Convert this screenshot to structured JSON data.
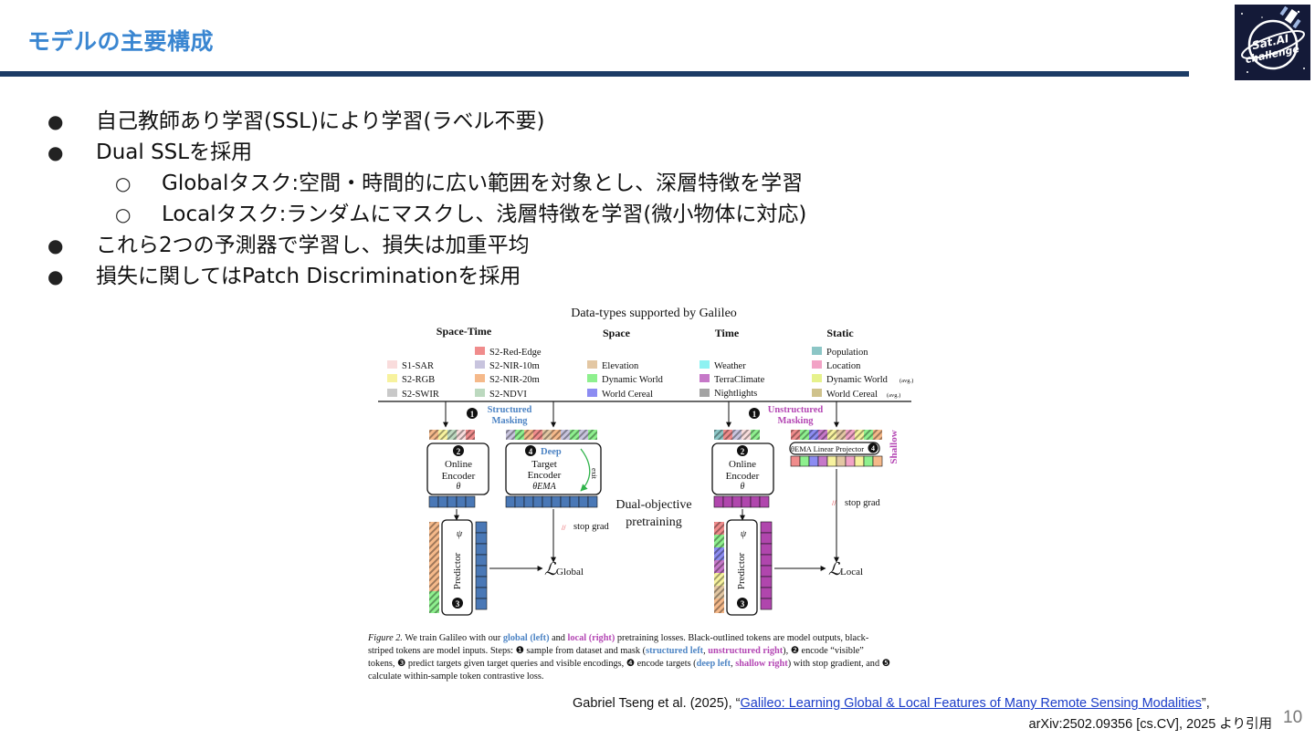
{
  "slide": {
    "title": "モデルの主要構成",
    "page_number": "10"
  },
  "logo": {
    "text_line1": "Sat.AI",
    "text_line2": "challenge"
  },
  "bullets": [
    {
      "level": 1,
      "marker": "●",
      "text": "自己教師あり学習(SSL)により学習(ラベル不要)"
    },
    {
      "level": 1,
      "marker": "●",
      "text": "Dual SSLを採用"
    },
    {
      "level": 2,
      "marker": "○",
      "text": "Globalタスク:空間・時間的に広い範囲を対象とし、深層特徴を学習"
    },
    {
      "level": 2,
      "marker": "○",
      "text": "Localタスク:ランダムにマスクし、浅層特徴を学習(微小物体に対応)"
    },
    {
      "level": 1,
      "marker": "●",
      "text": "これら2つの予測器で学習し、損失は加重平均"
    },
    {
      "level": 1,
      "marker": "●",
      "text": "損失に関してはPatch Discriminationを採用"
    }
  ],
  "figure": {
    "heading": "Data-types supported by Galileo",
    "groups": [
      {
        "name": "Space-Time",
        "items": [
          {
            "label": "S1-SAR",
            "color": "#f9dcdc"
          },
          {
            "label": "S2-RGB",
            "color": "#f7f29e"
          },
          {
            "label": "S2-SWIR",
            "color": "#c9c9c9"
          },
          {
            "label": "S2-Red-Edge",
            "color": "#f08c8c"
          },
          {
            "label": "S2-NIR-10m",
            "color": "#c8c4de"
          },
          {
            "label": "S2-NIR-20m",
            "color": "#f5b98a"
          },
          {
            "label": "S2-NDVI",
            "color": "#bcd9bf"
          }
        ]
      },
      {
        "name": "Space",
        "items": [
          {
            "label": "Elevation",
            "color": "#e3c7a3"
          },
          {
            "label": "Dynamic World",
            "color": "#8ef08e"
          },
          {
            "label": "World Cereal",
            "color": "#8c8cf2"
          }
        ]
      },
      {
        "name": "Time",
        "items": [
          {
            "label": "Weather",
            "color": "#8ef2f2"
          },
          {
            "label": "TerraClimate",
            "color": "#c678c8"
          },
          {
            "label": "Nightlights",
            "color": "#a3a3a3"
          }
        ]
      },
      {
        "name": "Static",
        "items": [
          {
            "label": "Population",
            "color": "#8cc6c6"
          },
          {
            "label": "Location",
            "color": "#f2a3c6"
          },
          {
            "label": "Dynamic World",
            "note": "(avg.)",
            "color": "#e6f28c"
          },
          {
            "label": "World Cereal",
            "note": "(avg.)",
            "color": "#cfc28c"
          }
        ]
      }
    ],
    "steps": {
      "structured_masking": [
        "Structured",
        "Masking"
      ],
      "unstructured_masking": [
        "Unstructured",
        "Masking"
      ],
      "online_encoder": [
        "Online",
        "Encoder",
        "θ"
      ],
      "deep_target_encoder": [
        "Deep",
        "Target",
        "Encoder",
        "θEMA",
        "exit"
      ],
      "linear_projector": "θEMA Linear Projector",
      "shallow": "Shallow",
      "predictor": "Predictor",
      "psi": "ψ",
      "stop_grad": "stop grad",
      "dual_objective": [
        "Dual-objective",
        "pretraining"
      ],
      "loss_global_symbol": "ℒ",
      "loss_global_sub": "Global",
      "loss_local_symbol": "ℒ",
      "loss_local_sub": "Local",
      "num1": "1",
      "num2": "2",
      "num3": "3",
      "num4": "4"
    },
    "caption": {
      "label": "Figure 2.",
      "line1_a": " We train Galileo with our ",
      "global_left": "global (left)",
      "line1_b": " and ",
      "local_right": "local (right)",
      "line1_c": " pretraining losses. Black-outlined tokens are model outputs, black-",
      "line2_a": "striped tokens are model inputs.  Steps: ❶ sample from dataset and mask (",
      "structured_left": "structured left",
      "line2_b": ", ",
      "unstructured_right": "unstructured right",
      "line2_c": "), ❷ encode “visible”",
      "line3_a": "tokens, ❸ predict targets given target queries and visible encodings, ❹ encode targets (",
      "deep_left": "deep left",
      "line3_b": ", ",
      "shallow_right": "shallow right",
      "line3_c": ") with stop gradient, and ❺",
      "line4": "calculate within-sample token contrastive loss."
    },
    "colors": {
      "blue_accent": "#4d84c4",
      "purple_accent": "#b447b4",
      "token_blue": "#4a78b6",
      "token_purple": "#b046ad"
    }
  },
  "citation": {
    "prefix": "Gabriel Tseng et al. (2025), “",
    "link_text": "Galileo: Learning Global & Local Features of Many Remote Sensing Modalities",
    "suffix": "”,",
    "line2": "arXiv:2502.09356 [cs.CV], 2025 より引用"
  }
}
